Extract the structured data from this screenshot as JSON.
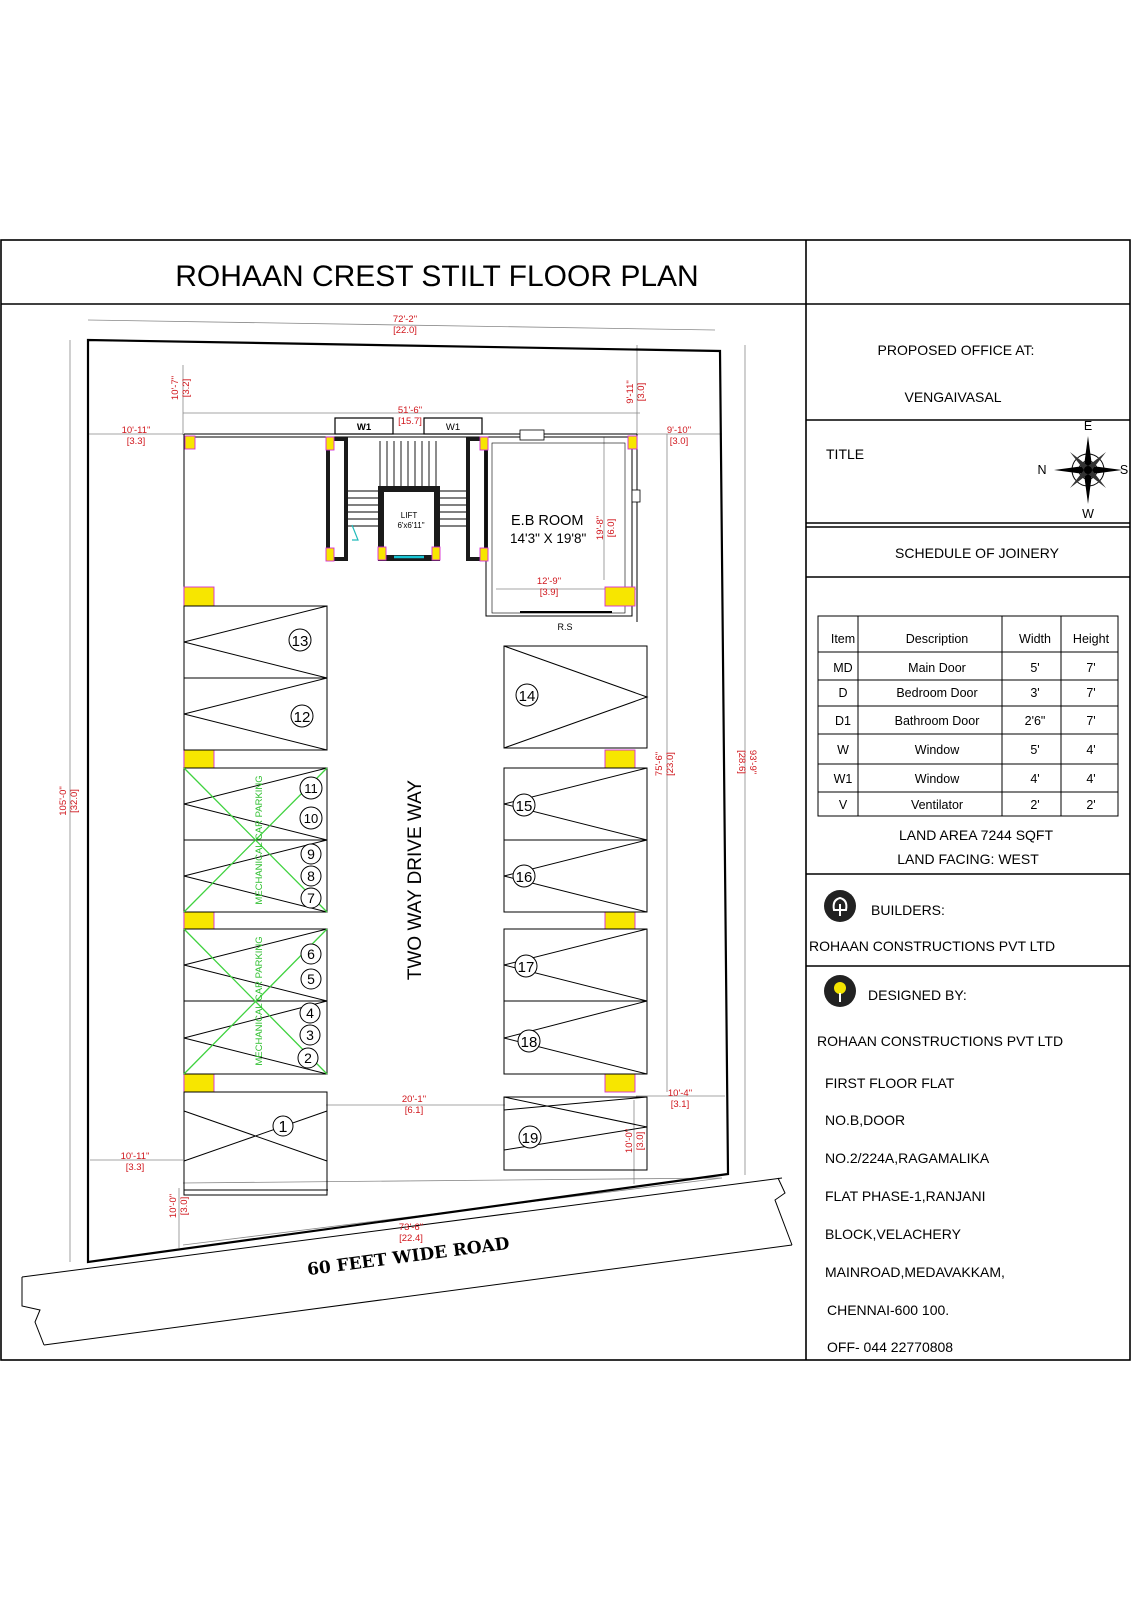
{
  "title": "ROHAAN CREST STILT  FLOOR PLAN",
  "side": {
    "proposed_label": "PROPOSED OFFICE AT:",
    "location": "VENGAIVASAL",
    "title_label": "TITLE",
    "compass": {
      "top": "E",
      "left": "N",
      "right": "S",
      "bottom": "W"
    },
    "schedule_label": "SCHEDULE OF JOINERY",
    "land_area": "LAND AREA 7244 SQFT",
    "land_facing": "LAND FACING:  WEST",
    "builders_label": "BUILDERS:",
    "builders_name": "ROHAAN CONSTRUCTIONS PVT LTD",
    "designed_label": "DESIGNED BY:",
    "designer_name": "ROHAAN CONSTRUCTIONS PVT LTD",
    "address": [
      "FIRST FLOOR FLAT",
      "NO.B,DOOR",
      "NO.2/224A,RAGAMALIKA",
      "FLAT PHASE-1,RANJANI",
      "BLOCK,VELACHERY",
      "MAINROAD,MEDAVAKKAM,",
      "CHENNAI-600 100.",
      "OFF- 044 22770808"
    ]
  },
  "joinery_table": {
    "headers": [
      "Item",
      "Description",
      "Width",
      "Height"
    ],
    "rows": [
      [
        "MD",
        "Main Door",
        "5'",
        "7'"
      ],
      [
        "D",
        "Bedroom Door",
        "3'",
        "7'"
      ],
      [
        "D1",
        "Bathroom Door",
        "2'6\"",
        "7'"
      ],
      [
        "W",
        "Window",
        "5'",
        "4'"
      ],
      [
        "W1",
        "Window",
        "4'",
        "4'"
      ],
      [
        "V",
        "Ventilator",
        "2'",
        "2'"
      ]
    ]
  },
  "plan": {
    "drive_way": "TWO WAY DRIVE WAY",
    "road": "60 FEET WIDE ROAD",
    "eb_room_name": "E.B ROOM",
    "eb_room_size": "14'3\" X 19'8\"",
    "lift_name": "LIFT",
    "lift_size": "6'x6'11\"",
    "window_label": "W1",
    "rs_label": "R.S",
    "mechanical_label": "MECHANICAL CAR PARKING",
    "parking_numbers": [
      "1",
      "2",
      "3",
      "4",
      "5",
      "6",
      "7",
      "8",
      "9",
      "10",
      "11",
      "12",
      "13",
      "14",
      "15",
      "16",
      "17",
      "18",
      "19"
    ]
  },
  "dimensions": {
    "top_overall": "72'-2\"",
    "top_overall_m": "[22.0]",
    "top_inner": "51'-6\"",
    "top_inner_m": "[15.7]",
    "left_top": "10'-7\"",
    "left_top_m": "[3.2]",
    "right_top": "9'-11\"",
    "right_top_m": "[3.0]",
    "setback_left_top": "10'-11\"",
    "setback_left_top_m": "[3.3]",
    "setback_right_top": "9'-10\"",
    "setback_right_top_m": "[3.0]",
    "left_overall": "105'-0\"",
    "left_overall_m": "[32.0]",
    "right_overall": "93'-9\"",
    "right_overall_m": "[28.6]",
    "right_inner": "75'-6\"",
    "right_inner_m": "[23.0]",
    "eb_width": "12'-9\"",
    "eb_width_m": "[3.9]",
    "eb_height": "19'-8\"",
    "eb_height_m": "[6.0]",
    "drive_width": "20'-1\"",
    "drive_width_m": "[6.1]",
    "setback_right_bottom": "10'-4\"",
    "setback_right_bottom_m": "[3.1]",
    "setback_left_bottom": "10'-11\"",
    "setback_left_bottom_m": "[3.3]",
    "bottom_right_v": "10'-0\"",
    "bottom_right_v_m": "[3.0]",
    "bottom_left_v": "10'-0\"",
    "bottom_left_v_m": "[3.0]",
    "bottom_overall": "73'-6\"",
    "bottom_overall_m": "[22.4]"
  }
}
